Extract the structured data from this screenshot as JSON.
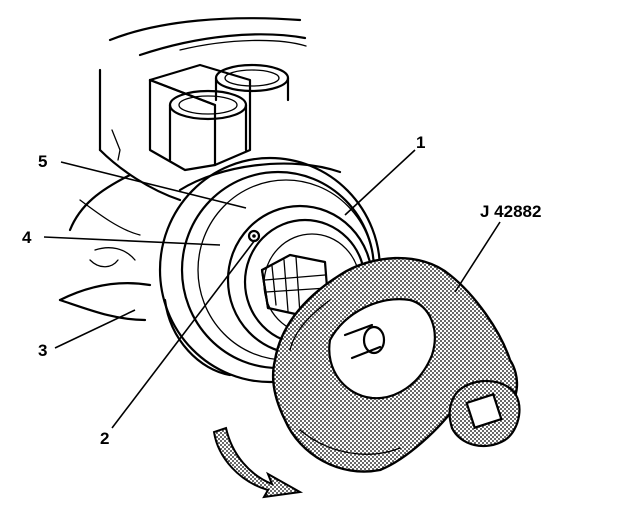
{
  "diagram": {
    "callouts": [
      {
        "id": "c1",
        "label": "1"
      },
      {
        "id": "c2",
        "label": "2"
      },
      {
        "id": "c3",
        "label": "3"
      },
      {
        "id": "c4",
        "label": "4"
      },
      {
        "id": "c5",
        "label": "5"
      }
    ],
    "tool_label": "J 42882",
    "colors": {
      "ink": "#000000",
      "paper": "#ffffff",
      "stipple": "#9a9a9a"
    },
    "icons": [
      "rotation-arrow-icon"
    ]
  }
}
